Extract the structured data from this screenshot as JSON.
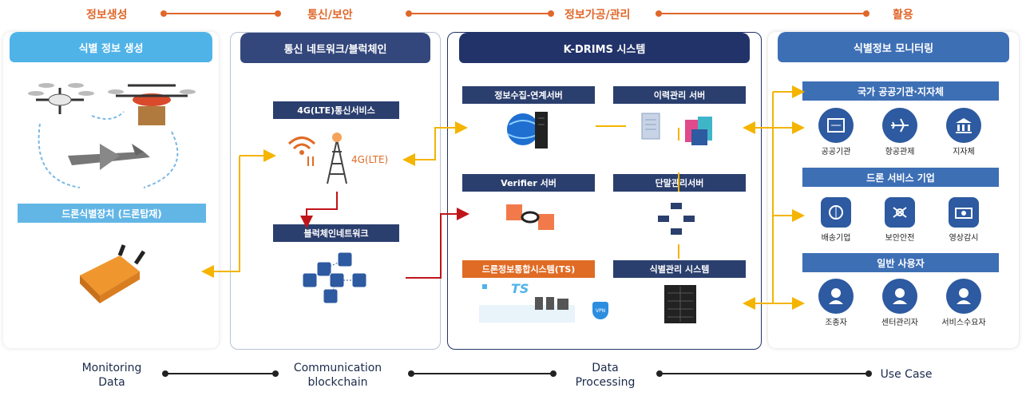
{
  "phases": [
    "정보생성",
    "통신/보안",
    "정보가공/관리",
    "활용"
  ],
  "bottom": [
    {
      "line1": "Monitoring",
      "line2": "Data"
    },
    {
      "line1": "Communication",
      "line2": "blockchain"
    },
    {
      "line1": "Data",
      "line2": "Processing"
    },
    {
      "line1": "Use Case",
      "line2": ""
    }
  ],
  "panel1": {
    "title": "식별 정보 생성",
    "device_label": "드론식별장치 (드론탑재)"
  },
  "panel2": {
    "title": "통신 네트워크/블럭체인",
    "lte_tag": "4G(LTE)통신서비스",
    "lte_text": "4G(LTE)",
    "bc_tag": "블럭체인네트워크"
  },
  "panel3": {
    "title": "K-DRIMS 시스템",
    "collect": "정보수집-연계서버",
    "history": "이력관리 서버",
    "verifier": "Verifier 서버",
    "terminal": "단말관리서버",
    "ts": "드론정보통합시스템(TS)",
    "ident": "식별관리 시스템",
    "ts_logo": "TS",
    "vpn": "VPN"
  },
  "panel4": {
    "title": "식별정보 모니터링",
    "cat1": "국가 공공기관·지자체",
    "cat1_items": [
      "공공기관",
      "항공관제",
      "지자체"
    ],
    "cat2": "드론 서비스 기업",
    "cat2_items": [
      "배송기업",
      "보안안전",
      "영상감시"
    ],
    "cat3": "일반 사용자",
    "cat3_items": [
      "조종자",
      "센터관리자",
      "서비스수요자"
    ]
  },
  "colors": {
    "orange": "#e0672a",
    "navy": "#22336a",
    "light_blue": "#4fb3e8",
    "yellow": "#f4b400",
    "red": "#c0141b",
    "icon_blue": "#2d5aa0"
  }
}
